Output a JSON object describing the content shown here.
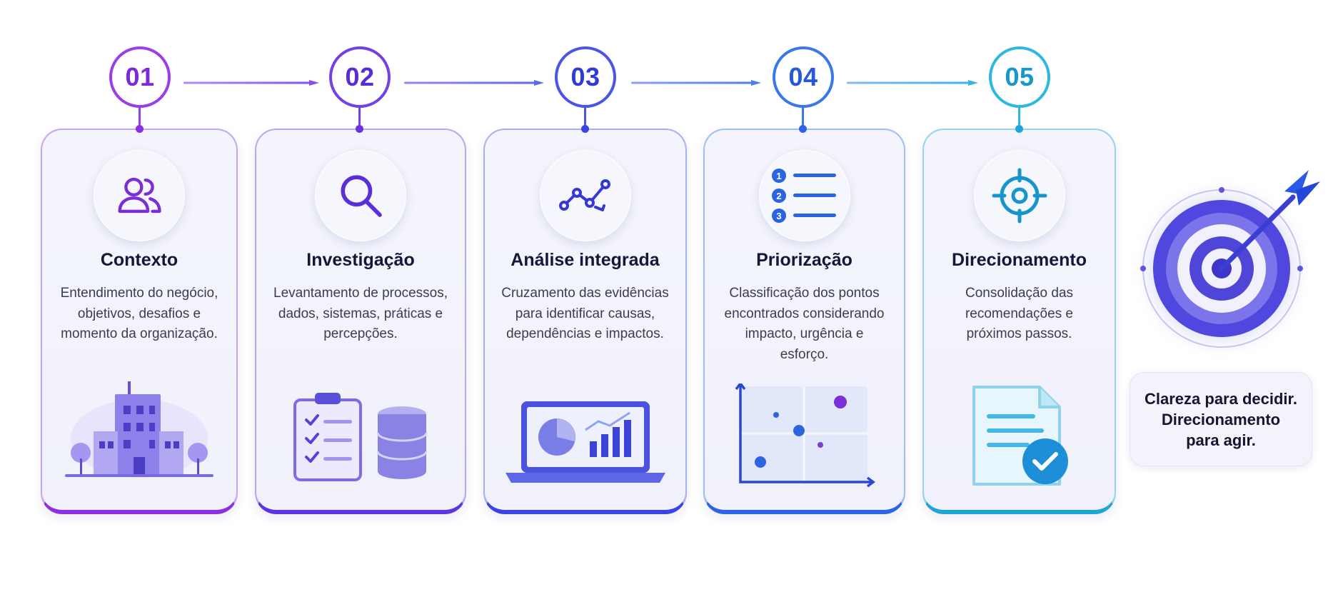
{
  "steps": [
    {
      "number": "01",
      "title": "Contexto",
      "description": "Entendimento do negócio, objetivos, desafios e momento da organização.",
      "icon": "users-icon",
      "illustration": "building-illustration",
      "color": "#8b2fe0"
    },
    {
      "number": "02",
      "title": "Investigação",
      "description": "Levantamento de processos, dados, sistemas, práticas e percepções.",
      "icon": "search-icon",
      "illustration": "checklist-database-illustration",
      "color": "#6a32e0"
    },
    {
      "number": "03",
      "title": "Análise integrada",
      "description": "Cruzamento das evidências para identificar causas, dependências e impactos.",
      "icon": "line-chart-icon",
      "illustration": "laptop-dashboard-illustration",
      "color": "#3b44e2"
    },
    {
      "number": "04",
      "title": "Priorização",
      "description": "Classificação dos pontos encontrados considerando impacto, urgência e esforço.",
      "icon": "numbered-list-icon",
      "illustration": "priority-matrix-illustration",
      "color": "#2d64e4"
    },
    {
      "number": "05",
      "title": "Direcionamento",
      "description": "Consolidação das recomendações e próximos passos.",
      "icon": "crosshair-target-icon",
      "illustration": "approved-document-illustration",
      "color": "#1ea6d6"
    }
  ],
  "takeaway": {
    "lines": [
      "Clareza para decidir.",
      "Direcionamento",
      "para agir."
    ],
    "icon": "bullseye-arrow-icon"
  }
}
